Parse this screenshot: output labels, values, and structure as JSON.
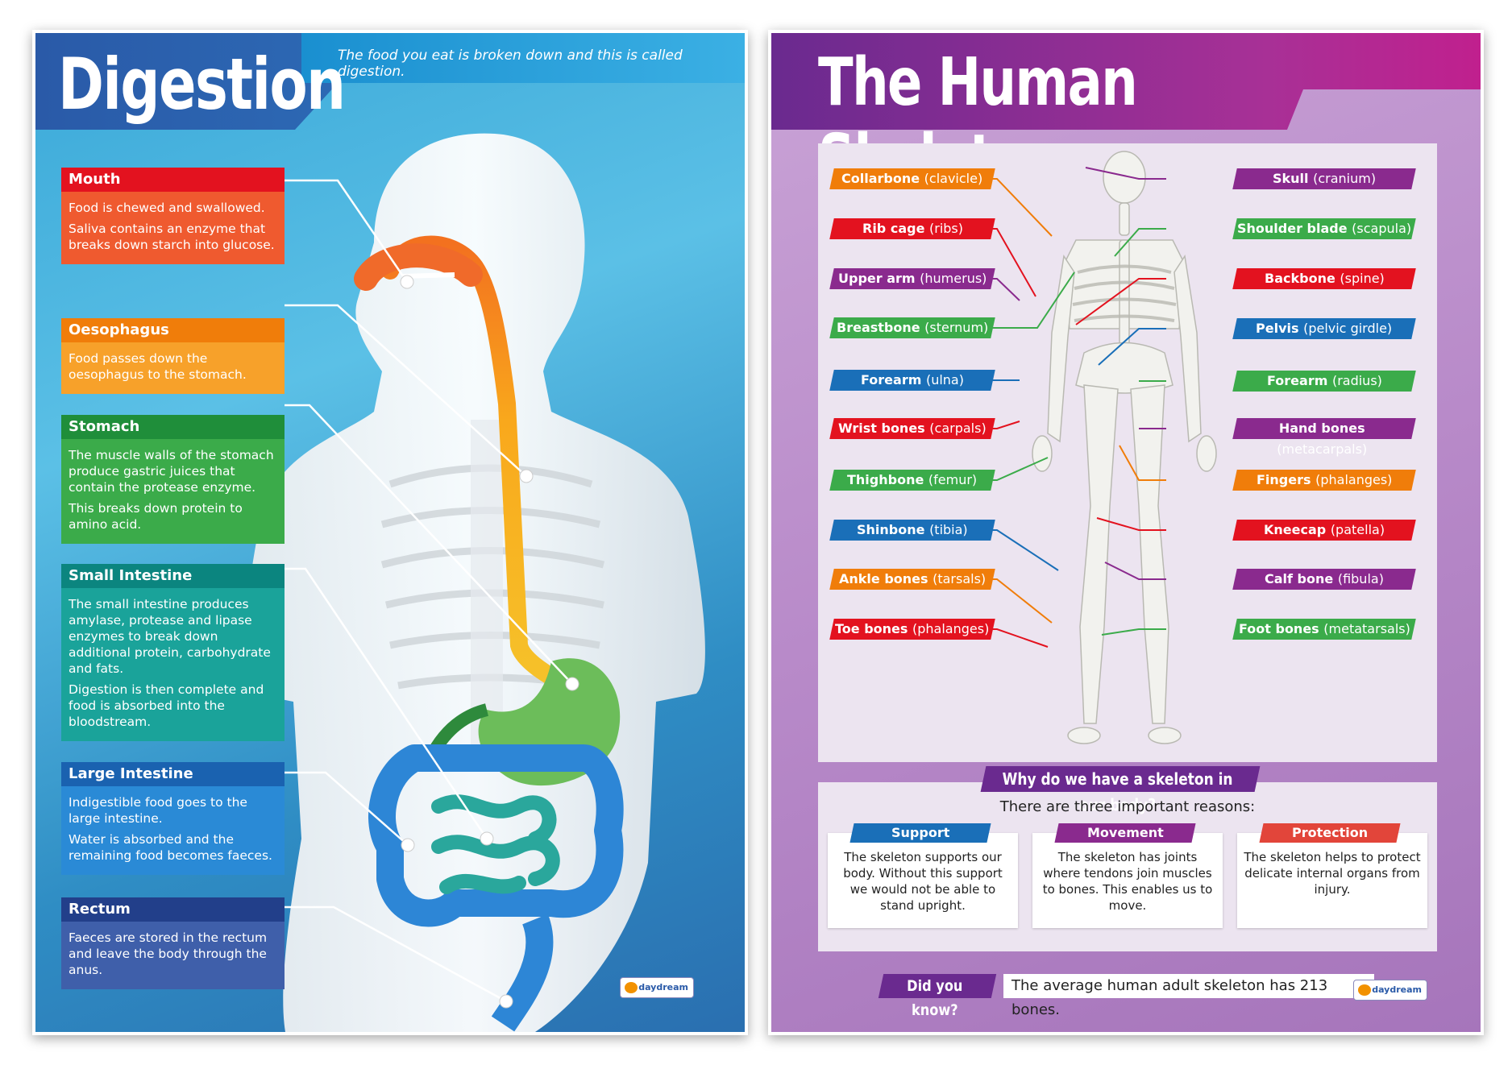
{
  "digestion": {
    "title": "Digestion",
    "subtitle": "The food you eat is broken down and this is called digestion.",
    "boxes": [
      {
        "heading": "Mouth",
        "lines": [
          "Food is chewed and swallowed.",
          "Saliva contains an enzyme that breaks down starch into glucose."
        ]
      },
      {
        "heading": "Oesophagus",
        "lines": [
          "Food passes down the oesophagus to the stomach."
        ]
      },
      {
        "heading": "Stomach",
        "lines": [
          "The muscle walls of the stomach produce gastric juices that contain the protease enzyme.",
          "This breaks down protein to amino acid."
        ]
      },
      {
        "heading": "Small Intestine",
        "lines": [
          "The small intestine produces amylase, protease and lipase enzymes to break down additional protein, carbohydrate and fats.",
          "Digestion is then complete and food is absorbed into the bloodstream."
        ]
      },
      {
        "heading": "Large Intestine",
        "lines": [
          "Indigestible food goes to the large intestine.",
          "Water is absorbed and the remaining food becomes faeces."
        ]
      },
      {
        "heading": "Rectum",
        "lines": [
          "Faeces are stored in the rectum and leave the body through the anus."
        ]
      }
    ],
    "logo": "daydream"
  },
  "skeleton": {
    "title": "The Human Skeleton",
    "left_labels": [
      {
        "name": "Collarbone",
        "sci": "(clavicle)",
        "color": "#f07d0a"
      },
      {
        "name": "Rib cage",
        "sci": "(ribs)",
        "color": "#e3121f"
      },
      {
        "name": "Upper arm",
        "sci": "(humerus)",
        "color": "#8a2a8e"
      },
      {
        "name": "Breastbone",
        "sci": "(sternum)",
        "color": "#3bab4a"
      },
      {
        "name": "Forearm",
        "sci": "(ulna)",
        "color": "#1a6fb8"
      },
      {
        "name": "Wrist bones",
        "sci": "(carpals)",
        "color": "#e3121f"
      },
      {
        "name": "Thighbone",
        "sci": "(femur)",
        "color": "#3bab4a"
      },
      {
        "name": "Shinbone",
        "sci": "(tibia)",
        "color": "#1a6fb8"
      },
      {
        "name": "Ankle bones",
        "sci": "(tarsals)",
        "color": "#f07d0a"
      },
      {
        "name": "Toe bones",
        "sci": "(phalanges)",
        "color": "#e3121f"
      }
    ],
    "right_labels": [
      {
        "name": "Skull",
        "sci": "(cranium)",
        "color": "#8a2a8e"
      },
      {
        "name": "Shoulder blade",
        "sci": "(scapula)",
        "color": "#3bab4a"
      },
      {
        "name": "Backbone",
        "sci": "(spine)",
        "color": "#e3121f"
      },
      {
        "name": "Pelvis",
        "sci": "(pelvic girdle)",
        "color": "#1a6fb8"
      },
      {
        "name": "Forearm",
        "sci": "(radius)",
        "color": "#3bab4a"
      },
      {
        "name": "Hand bones",
        "sci": "(metacarpals)",
        "color": "#8a2a8e"
      },
      {
        "name": "Fingers",
        "sci": "(phalanges)",
        "color": "#f07d0a"
      },
      {
        "name": "Kneecap",
        "sci": "(patella)",
        "color": "#e3121f"
      },
      {
        "name": "Calf bone",
        "sci": "(fibula)",
        "color": "#8a2a8e"
      },
      {
        "name": "Foot bones",
        "sci": "(metatarsals)",
        "color": "#3bab4a"
      }
    ],
    "question": "Why do we have a skeleton in our body?",
    "intro": "There are three important reasons:",
    "reasons": [
      {
        "heading": "Support",
        "text": "The skeleton supports our body. Without this support we would not be able to stand upright.",
        "color": "#1a6fb8"
      },
      {
        "heading": "Movement",
        "text": "The skeleton has joints where tendons join muscles to bones. This enables us to move.",
        "color": "#8a2a8e"
      },
      {
        "heading": "Protection",
        "text": "The skeleton helps to protect delicate internal organs from injury.",
        "color": "#e2453a"
      }
    ],
    "did_you_know_label": "Did you know?",
    "did_you_know_text": "The average human adult skeleton has 213 bones.",
    "logo": "daydream"
  }
}
